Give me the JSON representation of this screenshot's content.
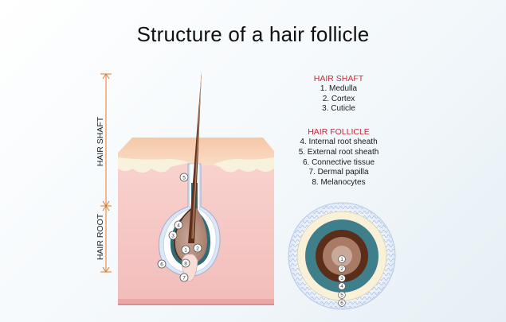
{
  "title": "Structure of a hair follicle",
  "side_labels": {
    "shaft": "HAIR SHAFT",
    "root": "HAIR ROOT"
  },
  "legend": {
    "shaft_heading": "HAIR SHAFT",
    "shaft_items": [
      "1. Medulla",
      "2. Cortex",
      "3. Cuticle"
    ],
    "follicle_heading": "HAIR FOLLICLE",
    "follicle_items": [
      "4. Internal root sheath",
      "5. External root sheath",
      "6. Connective tissue",
      "7. Dermal papilla",
      "8. Melanocytes"
    ]
  },
  "markers": [
    "1",
    "2",
    "3",
    "4",
    "5",
    "6",
    "7",
    "8"
  ],
  "colors": {
    "skin": "#f6c8c6",
    "epidermis": "#f7d0b6",
    "fat_layer": "#f8f2d8",
    "hair": "#5b2e1a",
    "legend_heading": "#c8283c",
    "dimension_line": "#e07b2e"
  }
}
